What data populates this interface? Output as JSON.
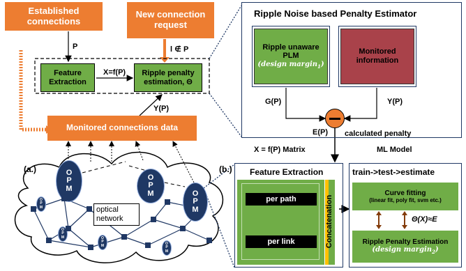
{
  "left": {
    "established": "Established connections",
    "new_request": "New connection request",
    "p_label": "P",
    "not_in_label": "l ∉ P",
    "feature_box": "Feature Extraction",
    "xf_label": "X=f(P)",
    "ripple_box_line1": "Ripple penalty",
    "ripple_box_line2": "estimation, Θ",
    "yp_label": "Y(P)",
    "monitored_box": "Monitored connections data",
    "a_label": "(a.)",
    "optical_network": "optical network",
    "opm_letters": [
      "O",
      "P",
      "M"
    ]
  },
  "right_top": {
    "title": "Ripple Noise based Penalty Estimator",
    "plm_line1": "Ripple unaware",
    "plm_line2": "PLM",
    "plm_margin": "(design margin",
    "plm_sub": "1",
    "monitored_line1": "Monitored",
    "monitored_line2": "information",
    "gp": "G(P)",
    "yp": "Y(P)",
    "minus": "−",
    "ep": "E(P)",
    "calc_penalty": "calculated penalty"
  },
  "captions": {
    "matrix": "X = f(P) Matrix",
    "ml_model": "ML Model",
    "b_label": "(b.)"
  },
  "feature_panel": {
    "title": "Feature Extraction",
    "per_path": "per path",
    "per_link": "per link",
    "concat": "Concatenation"
  },
  "ml_panel": {
    "title": "train->test->estimate",
    "curve_title": "Curve fitting",
    "curve_sub": "(linear fit, poly fit, svm etc.)",
    "theta_eq": "Θ(X)≈E",
    "ripple_title": "Ripple Penalty Estimation",
    "ripple_margin": "(design margin",
    "ripple_sub": "2",
    "close_paren": ")"
  },
  "colors": {
    "orange": "#ed7d31",
    "green": "#70ad47",
    "red": "#a9424a",
    "navy": "#1f3864",
    "yellow": "#ffc000"
  }
}
